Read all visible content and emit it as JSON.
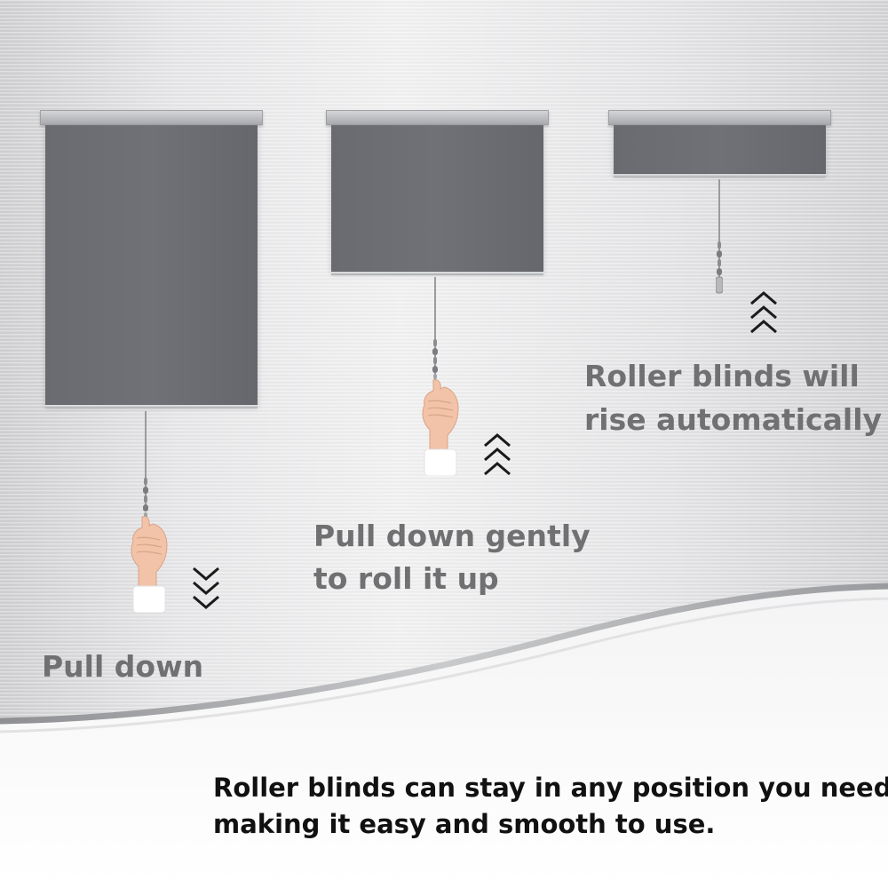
{
  "labels": {
    "pull_down": "Pull down",
    "pull_gently_line1": "Pull down gently",
    "pull_gently_line2": "to roll it up",
    "rise_line1": "Roller blinds will",
    "rise_line2": "rise automatically"
  },
  "caption": {
    "line1": "Roller blinds can stay in any position you need,",
    "line2": "making it easy and smooth to use."
  },
  "colors": {
    "fabric": "#6e6f75",
    "headrail": "#bcbdc0",
    "label_text": "#707072",
    "caption_text": "#111111",
    "skin": "#f2c3a8"
  },
  "icons": {
    "down_chevrons": "chevron-down-icon",
    "up_chevrons": "chevron-up-icon",
    "hand": "hand-icon"
  }
}
